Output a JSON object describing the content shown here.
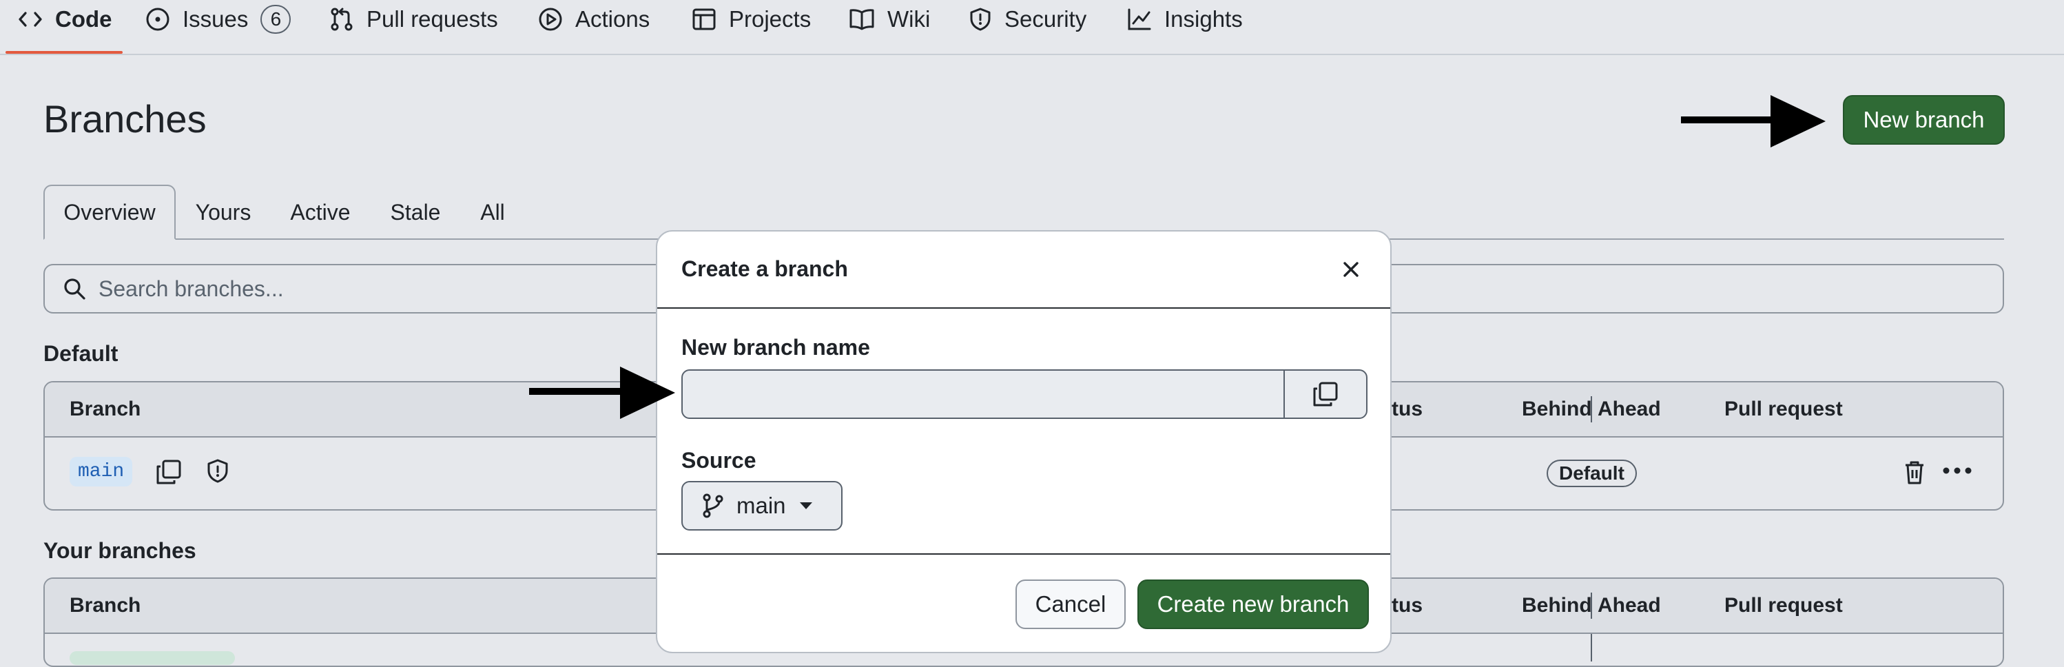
{
  "nav": {
    "items": [
      {
        "label": "Code",
        "icon": "code-icon"
      },
      {
        "label": "Issues",
        "icon": "issue-icon",
        "count": "6"
      },
      {
        "label": "Pull requests",
        "icon": "pull-request-icon"
      },
      {
        "label": "Actions",
        "icon": "play-icon"
      },
      {
        "label": "Projects",
        "icon": "table-icon"
      },
      {
        "label": "Wiki",
        "icon": "book-icon"
      },
      {
        "label": "Security",
        "icon": "shield-icon"
      },
      {
        "label": "Insights",
        "icon": "graph-icon"
      }
    ],
    "active": "Code"
  },
  "page": {
    "title": "Branches",
    "new_branch_label": "New branch"
  },
  "tabs": [
    "Overview",
    "Yours",
    "Active",
    "Stale",
    "All"
  ],
  "search": {
    "placeholder": "Search branches..."
  },
  "sections": {
    "default_label": "Default",
    "yours_label": "Your branches"
  },
  "table_headers": {
    "branch": "Branch",
    "status": "tus",
    "behind": "Behind",
    "ahead": "Ahead",
    "pull_request": "Pull request"
  },
  "default_branch": {
    "name": "main",
    "badge": "Default"
  },
  "dialog": {
    "title": "Create a branch",
    "name_label": "New branch name",
    "name_value": "",
    "source_label": "Source",
    "source_value": "main",
    "cancel_label": "Cancel",
    "create_label": "Create new branch"
  },
  "colors": {
    "primary_button": "#2f6a35",
    "active_tab_underline": "#e35a3f",
    "branch_pill_bg": "#d5e6f6"
  }
}
